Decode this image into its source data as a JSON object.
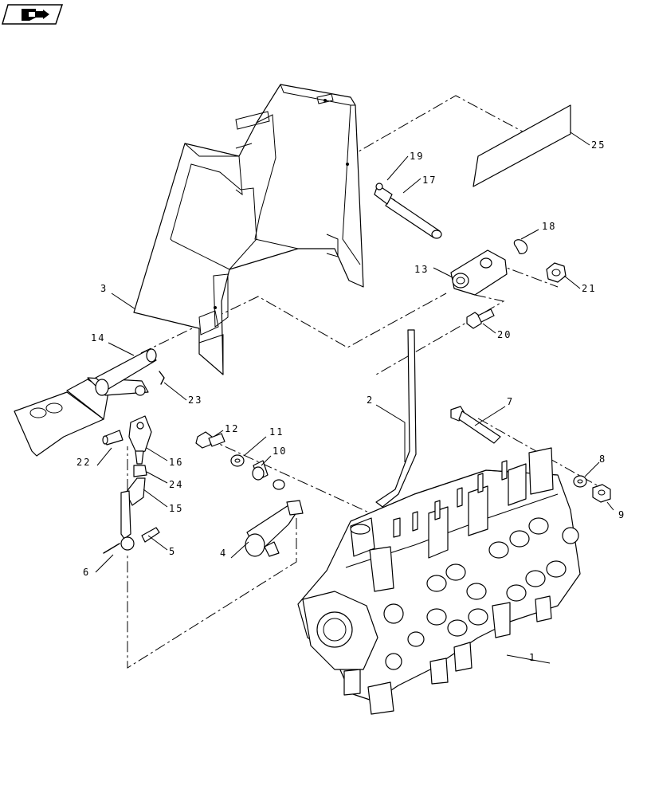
{
  "nav": {
    "icon": "bookmark-arrow-icon"
  },
  "callouts": [
    {
      "id": "1",
      "text": "1"
    },
    {
      "id": "2",
      "text": "2"
    },
    {
      "id": "3",
      "text": "3"
    },
    {
      "id": "4",
      "text": "4"
    },
    {
      "id": "5",
      "text": "5"
    },
    {
      "id": "6",
      "text": "6"
    },
    {
      "id": "7",
      "text": "7"
    },
    {
      "id": "8",
      "text": "8"
    },
    {
      "id": "9",
      "text": "9"
    },
    {
      "id": "10",
      "text": "10"
    },
    {
      "id": "11",
      "text": "11"
    },
    {
      "id": "12",
      "text": "12"
    },
    {
      "id": "13",
      "text": "13"
    },
    {
      "id": "14",
      "text": "14"
    },
    {
      "id": "15",
      "text": "15"
    },
    {
      "id": "16",
      "text": "16"
    },
    {
      "id": "17",
      "text": "17"
    },
    {
      "id": "18",
      "text": "18"
    },
    {
      "id": "19",
      "text": "19"
    },
    {
      "id": "20",
      "text": "20"
    },
    {
      "id": "21",
      "text": "21"
    },
    {
      "id": "22",
      "text": "22"
    },
    {
      "id": "23",
      "text": "23"
    },
    {
      "id": "24",
      "text": "24"
    },
    {
      "id": "25",
      "text": "25"
    }
  ]
}
